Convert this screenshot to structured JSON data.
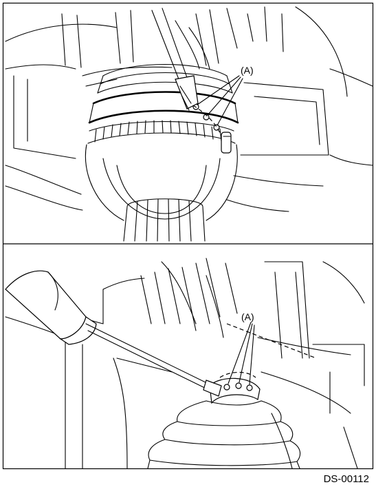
{
  "panels": [
    {
      "callout": "(A)"
    },
    {
      "callout": "(A)"
    }
  ],
  "figure_code": "DS-00112"
}
